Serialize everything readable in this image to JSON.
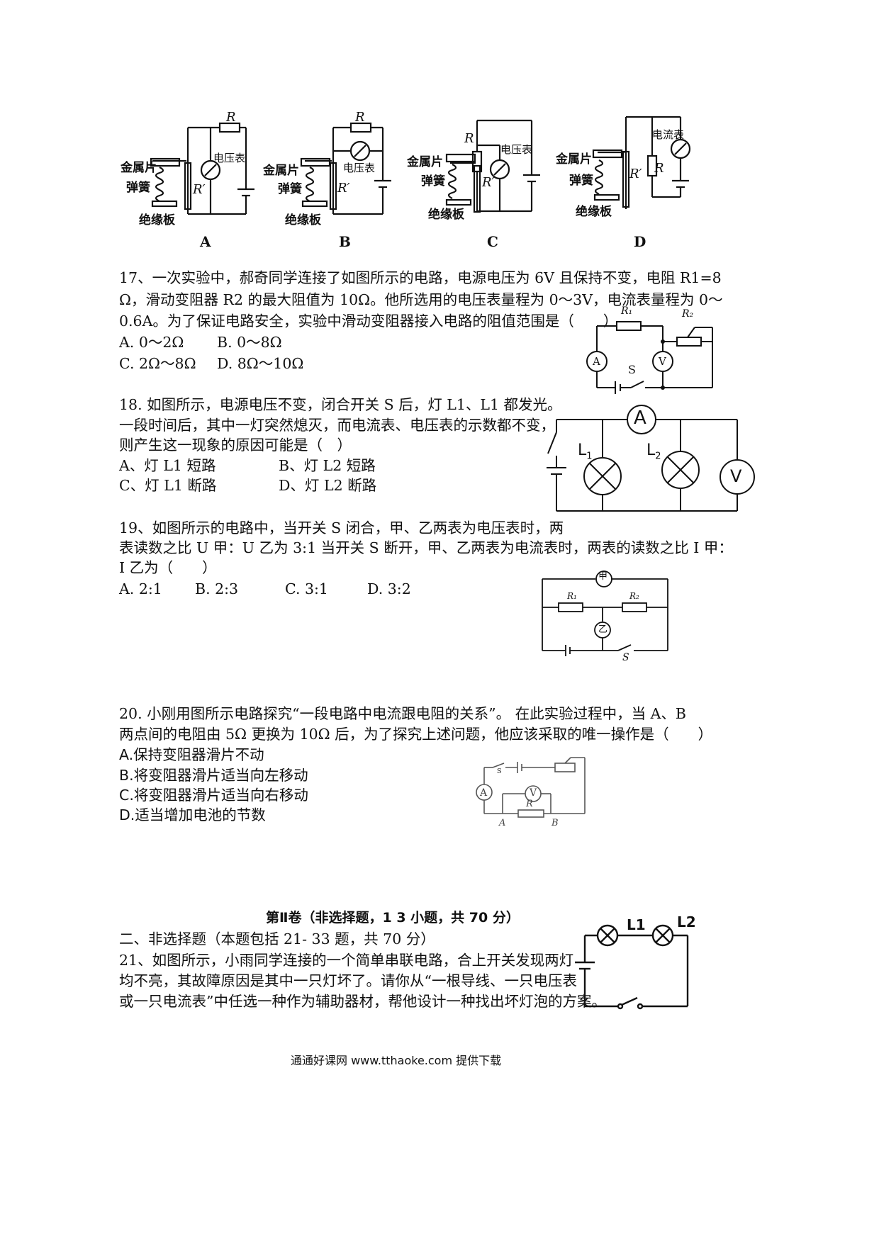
{
  "figure16": {
    "options": [
      {
        "letter": "A",
        "meter": "电压表",
        "resistor": "R",
        "slider": "R′"
      },
      {
        "letter": "B",
        "meter": "电压表",
        "resistor": "R",
        "slider": "R′"
      },
      {
        "letter": "C",
        "meter": "电压表",
        "resistor": "R",
        "slider": "R′"
      },
      {
        "letter": "D",
        "meter": "电流表",
        "resistor": "R",
        "slider": "R′"
      }
    ],
    "labels": {
      "metal": "金属片",
      "spring": "弹簧",
      "board": "绝缘板"
    }
  },
  "q17": {
    "lines": [
      "17、一次实验中，郝奇同学连接了如图所示的电路，电源电压为 6V 且保持不变，电阻 R1=8",
      "Ω，滑动变阻器 R2 的最大阻值为 10Ω。他所选用的电压表量程为 0～3V，电流表量程为 0～",
      "0.6A。为了保证电路安全，实验中滑动变阻器接入电路的阻值范围是（　　）"
    ],
    "options": [
      "A. 0～2Ω",
      "B. 0～8Ω",
      "C. 2Ω～8Ω",
      "D. 8Ω～10Ω"
    ],
    "fig": {
      "r1": "R₁",
      "r2": "R₂",
      "a": "A",
      "v": "V",
      "s": "S"
    }
  },
  "q18": {
    "lines": [
      "18. 如图所示，电源电压不变，闭合开关 S 后，灯 L1、L1 都发光。",
      "一段时间后，其中一灯突然熄灭，而电流表、电压表的示数都不变，",
      "则产生这一现象的原因可能是（　）"
    ],
    "options": [
      "A、灯 L1 短路",
      "B、灯 L2 短路",
      "C、灯 L1 断路",
      "D、灯 L2 断路"
    ],
    "fig": {
      "a": "A",
      "v": "V",
      "l1": "L",
      "l1sub": "1",
      "l2": "L",
      "l2sub": "2"
    }
  },
  "q19": {
    "lines": [
      "19、如图所示的电路中，当开关 S 闭合，甲、乙两表为电压表时，两",
      "表读数之比 U 甲：U 乙为 3:1 当开关 S 断开，甲、乙两表为电流表时，两表的读数之比 I 甲：",
      "I 乙为（　　）"
    ],
    "options": [
      "A. 2:1",
      "B. 2:3",
      "C. 3:1",
      "D. 3:2"
    ],
    "fig": {
      "jia": "甲",
      "yi": "乙",
      "r1": "R₁",
      "r2": "R₂",
      "s": "S"
    }
  },
  "q20": {
    "lines": [
      "20. 小刚用图所示电路探究“一段电路中电流跟电阻的关系”。 在此实验过程中，当 A、B",
      "两点间的电阻由 5Ω 更换为 10Ω 后，为了探究上述问题，他应该采取的唯一操作是（　　）"
    ],
    "options": [
      "A.保持变阻器滑片不动",
      "B.将变阻器滑片适当向左移动",
      "C.将变阻器滑片适当向右移动",
      "D.适当增加电池的节数"
    ],
    "fig": {
      "s": "s",
      "a": "A",
      "v": "V",
      "r": "R",
      "pa": "A",
      "pb": "B"
    }
  },
  "part2": {
    "title": "第Ⅱ卷（非选择题，1 3 小题，共 70 分）",
    "section": "二、非选择题（本题包括 21- 33 题，共 70 分）"
  },
  "q21": {
    "lines": [
      "21、如图所示，小雨同学连接的一个简单串联电路，合上开关发现两灯",
      "均不亮，其故障原因是其中一只灯坏了。请你从“一根导线、一只电压表",
      "或一只电流表”中任选一种作为辅助器材，帮他设计一种找出坏灯泡的方案。"
    ],
    "fig": {
      "l1": "L1",
      "l2": "L2"
    }
  },
  "footer": "通通好课网  www.tthaoke.com  提供下载"
}
